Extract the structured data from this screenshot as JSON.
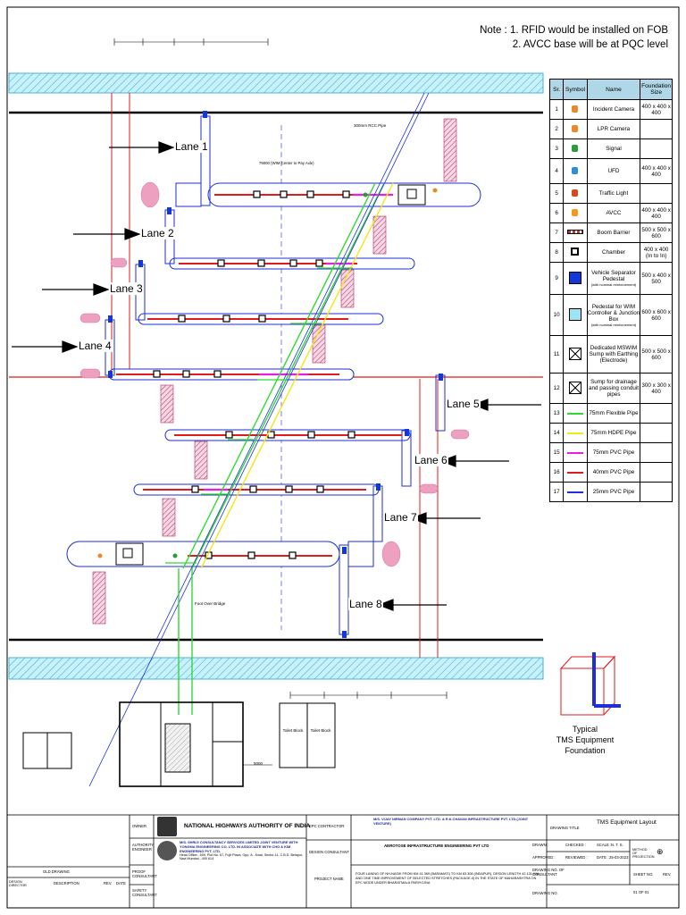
{
  "notes": [
    "Note : 1. RFID would be installed on FOB",
    "2. AVCC base will be at PQC level"
  ],
  "lanes": [
    "Lane 1",
    "Lane 2",
    "Lane 3",
    "Lane 4",
    "Lane 5",
    "Lane 6",
    "Lane 7",
    "Lane 8"
  ],
  "drawing_labels": {
    "rcc_pipe": "300mm RCC Pipe",
    "wim_center": "79000 (WIM Center to Pay Axle)",
    "fob": "Foot Over Bridge",
    "dim_5": "5000",
    "toilet_1": "Toilet Block",
    "toilet_2": "Toilet Block"
  },
  "legend": {
    "headers": [
      "Sr.",
      "Symbol",
      "Name",
      "Foundation Size"
    ],
    "rows": [
      {
        "sr": "1",
        "name": "Incident Camera",
        "size": "400 x 400 x 400",
        "color": "#e8892b"
      },
      {
        "sr": "2",
        "name": "LPR Camera",
        "size": "",
        "color": "#e8892b"
      },
      {
        "sr": "3",
        "name": "Signal",
        "size": "",
        "color": "#2a9d3a"
      },
      {
        "sr": "4",
        "name": "UFD",
        "size": "400 x 400 x 400",
        "color": "#2b8fd6"
      },
      {
        "sr": "5",
        "name": "Traffic Light",
        "size": "",
        "color": "#d64b1e"
      },
      {
        "sr": "6",
        "name": "AVCC",
        "size": "400 x 400 x 400",
        "color": "#f29a1f"
      },
      {
        "sr": "7",
        "name": "Boom Barrier",
        "size": "500 x 500 x 600",
        "color": "#c0392b"
      },
      {
        "sr": "8",
        "name": "Chamber",
        "size": "400 x 400 (In to In)",
        "color": "#000000"
      },
      {
        "sr": "9",
        "name": "Vehicle Separator Pedestal",
        "sub": "(with nominal reinforcement)",
        "size": "500 x 400 x 500",
        "color": "#1437d9"
      },
      {
        "sr": "10",
        "name": "Pedestal for WIM Controller & Junction Box",
        "sub": "(with nominal reinforcement)",
        "size": "600 x 600 x 600",
        "color": "#9ee3f5"
      },
      {
        "sr": "11",
        "name": "Dedicated MSWIM Sump with Earthing (Electrode)",
        "size": "500 x 500 x 600",
        "color": "#000000"
      },
      {
        "sr": "12",
        "name": "Sump for drainage and passing conduit pipes",
        "size": "300 x 300 x 400",
        "color": "#000000"
      },
      {
        "sr": "13",
        "name": "75mm Flexible Pipe",
        "size": "",
        "color": "#32d932"
      },
      {
        "sr": "14",
        "name": "75mm HDPE Pipe",
        "size": "",
        "color": "#f5e616"
      },
      {
        "sr": "15",
        "name": "75mm PVC Pipe",
        "size": "",
        "color": "#e61ee6"
      },
      {
        "sr": "16",
        "name": "40mm PVC Pipe",
        "size": "",
        "color": "#e01b1b"
      },
      {
        "sr": "17",
        "name": "25mm PVC Pipe",
        "size": "",
        "color": "#1e2fd9"
      }
    ]
  },
  "caption": [
    "Typical",
    "TMS Equipment Foundation"
  ],
  "title_block": {
    "owner_lbl": "OWNER",
    "owner": "NATIONAL HIGHWAYS AUTHORITY OF INDIA",
    "authority_lbl": "AUTHORITY ENGINEER",
    "authority": "M/S. SHRIJI CONSULTANCY SERVICES LIMITED JOINT VENTURE WITH YONGMA ENGINEERING CO. LTD. IN ASSOCIATE WITH CHO & KIM ENGINEERING PVT. LTD.",
    "authority_addr": "Head Office:- 509, Plot No. 67, Fujit Plaza, Opp. A - Kwal, Sector-11, C.B.D. Belapur, Navi Mumbai - 400 614",
    "proof_lbl": "PROOF CONSULTANT",
    "safety_lbl": "SAFETY CONSULTANT",
    "epc_lbl": "EPC CONTRACTOR",
    "epc": "M/S. VIJAY NIRMAN COMPANY PVT. LTD. & R.K.CHAVAN INFRASTRUCTURE PVT. LTD.(JOINT VENTURE)",
    "design_lbl": "DESIGN CONSULTANT",
    "design": "AEROTOSE INFRASTRUCTURE ENGINEERING PVT LTD",
    "project_lbl": "PROJECT NAME",
    "project": "FOUR LANING OF NH-NASIK FROM KM 41.369 (BARAMATI) TO KM 83.308 (INDAPUR), DESIGN LENGTH 42.131 KM AND ONE TIME IMPROVEMENT OF SELECTED STRETCHES (PACKAGE-II) IN THE STATE OF MAHARASHTRA ON EPC MODE UNDER BHARATMALA PARIYOJNA",
    "drawing_title_lbl": "DRAWING TITLE",
    "drawing_title": "TMS Equipment Layout",
    "drawn_lbl": "DRAWN :",
    "checked_lbl": "CHECKED :",
    "scale_lbl": "SCALE :",
    "scale": "N. T. S.",
    "approved_lbl": "APPROVED :",
    "reviewed_lbl": "REVIEWED :",
    "date_lbl": "DATE :",
    "date": "25-03-2023",
    "method_lbl": "METHOD OF PROJECTION",
    "dwg_consultant_lbl": "DRAWING NO. OF CONSULTANT",
    "sheet_lbl": "SHEET NO.",
    "sheet": "01 OF 01",
    "rev_lbl": "REV.",
    "dwg_no_lbl": "DRAWING NO.",
    "old_drawing": "OLD DRAWING",
    "design_director": "DESIGN DIRECTOR",
    "description": "DESCRIPTION",
    "rev": "REV.",
    "date_col": "DATE"
  }
}
